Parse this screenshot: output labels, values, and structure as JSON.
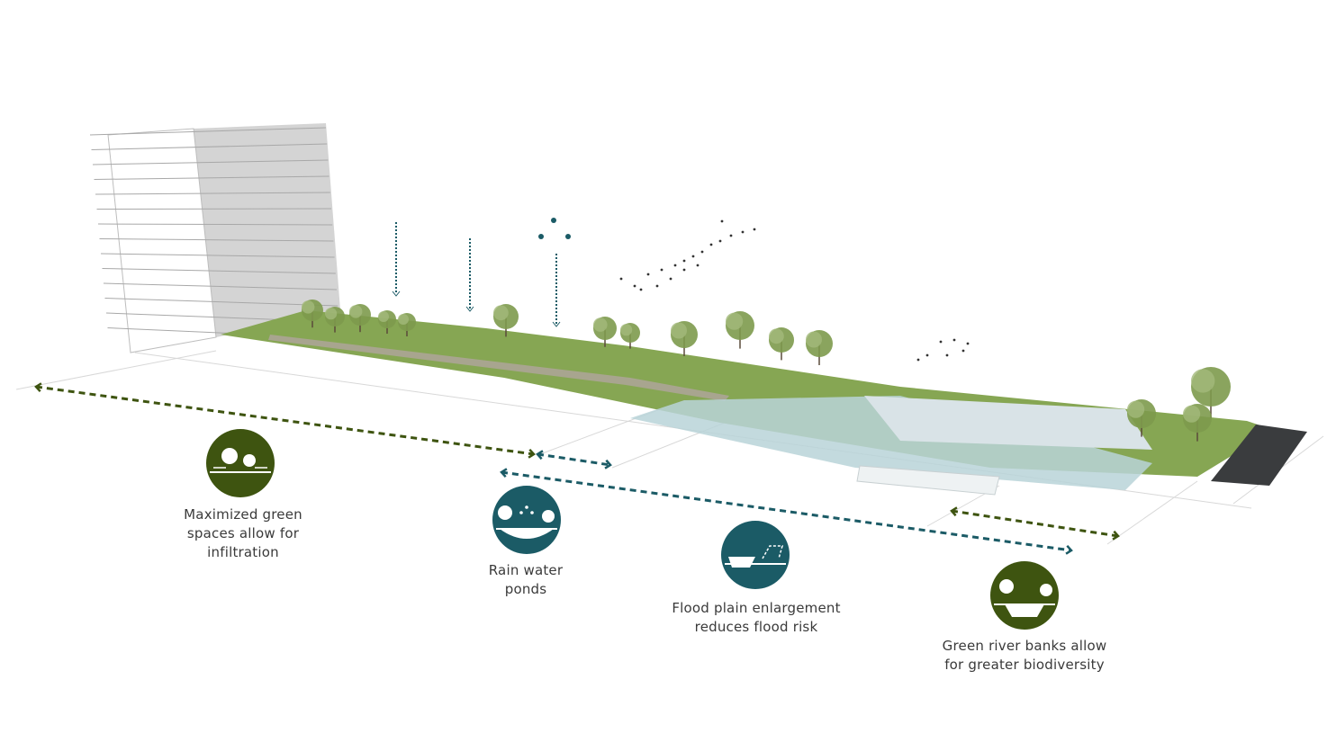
{
  "title": "Green-blue river landscape section",
  "colors": {
    "green": "#3e5410",
    "teal": "#1b5b66",
    "grass": "#7fa04a",
    "water": "#b9d3d8"
  },
  "features": [
    {
      "id": "green-spaces",
      "icon": "trees-infiltration-icon",
      "color": "green",
      "lines": [
        "Maximized green",
        "spaces allow for",
        "infiltration"
      ]
    },
    {
      "id": "rain-ponds",
      "icon": "rain-pond-icon",
      "color": "teal",
      "lines": [
        "Rain water",
        "ponds"
      ]
    },
    {
      "id": "flood-plain",
      "icon": "flood-plain-icon",
      "color": "teal",
      "lines": [
        "Flood plain enlargement",
        "reduces flood risk"
      ]
    },
    {
      "id": "river-banks",
      "icon": "green-bank-icon",
      "color": "green",
      "lines": [
        "Green river banks allow",
        "for greater biodiversity"
      ]
    }
  ]
}
